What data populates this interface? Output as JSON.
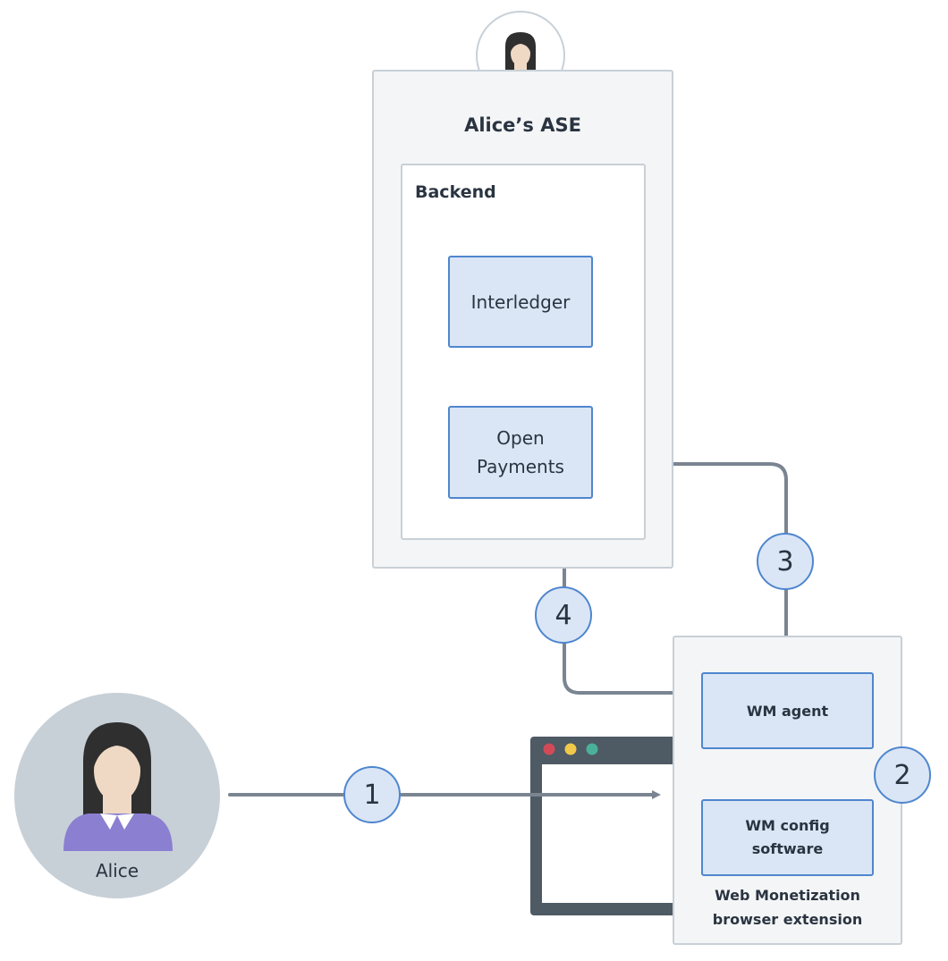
{
  "ase": {
    "title": "Alice’s ASE",
    "backend_title": "Backend",
    "interledger_label": "Interledger",
    "open_payments_line1": "Open",
    "open_payments_line2": "Payments"
  },
  "extension": {
    "agent_label": "WM agent",
    "config_line1": "WM config",
    "config_line2": "software",
    "caption_line1": "Web Monetization",
    "caption_line2": "browser extension"
  },
  "user": {
    "name": "Alice"
  },
  "steps": [
    "1",
    "2",
    "3",
    "4"
  ],
  "colors": {
    "outer_box_fill": "#f4f5f6",
    "outer_box_border": "#c8d0d7",
    "component_fill": "#dae6f5",
    "component_border": "#4f86cf",
    "arrow": "#7a8591",
    "avatar_circle": "#c8d0d7",
    "browser_frame": "#4e5a64",
    "hair": "#2f2f2f",
    "skin": "#efd9c5",
    "shirt": "#8b7fd1",
    "dot_red": "#d24a57",
    "dot_yellow": "#f2c84b",
    "dot_green": "#4bb09a"
  },
  "icons": [
    "person-avatar-icon",
    "browser-window-icon",
    "arrow-right-icon",
    "arrow-left-icon",
    "arrow-up-icon"
  ]
}
